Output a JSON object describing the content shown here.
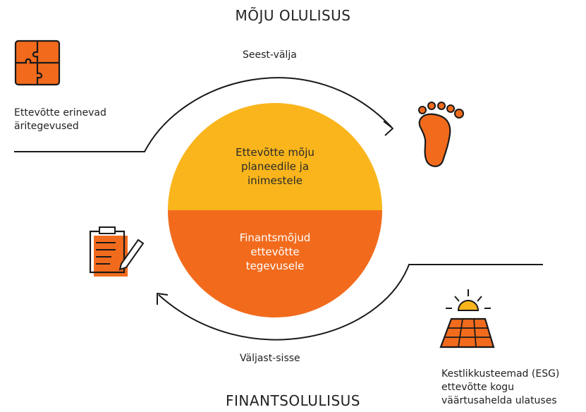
{
  "titles": {
    "top": "MÕJU OLULISUS",
    "bottom": "FINANTSOLULISUS"
  },
  "arrows": {
    "top_label": "Seest-välja",
    "bottom_label": "Väljast-sisse"
  },
  "left_label": {
    "line1": "Ettevõtte erinevad",
    "line2": "äritegevused"
  },
  "right_label": {
    "line1": "Kestlikkusteemad (ESG)",
    "line2": "ettevõtte kogu",
    "line3": "väärtusahelda ulatuses"
  },
  "circle": {
    "top": {
      "line1": "Ettevõtte mõju",
      "line2": "planeedile ja",
      "line3": "inimestele"
    },
    "bottom": {
      "line1": "Finantsmõjud",
      "line2": "ettevõtte",
      "line3": "tegevusele"
    }
  },
  "icons": {
    "puzzle": "puzzle-icon",
    "footprint": "footprint-icon",
    "document": "document-pen-icon",
    "solar": "solar-panel-icon"
  },
  "colors": {
    "orange": "#F26B1D",
    "yellow": "#F9B51B",
    "line": "#1a1a1a"
  }
}
